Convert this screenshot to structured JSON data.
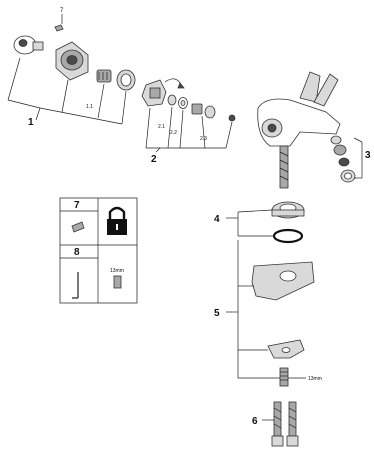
{
  "callouts": {
    "c1": "1",
    "c1_1": "1.1",
    "c2": "2",
    "c2_1": "2.1",
    "c2_2": "2.2",
    "c2_3": "2.3",
    "c3": "3",
    "c4": "4",
    "c5": "5",
    "c6": "6",
    "c7": "7"
  },
  "tool_table": {
    "row1_label": "7",
    "row2_label": "8",
    "wrench_size": "13mm"
  },
  "dimension": "13mm",
  "icons": {
    "lock": "padlock-icon"
  }
}
